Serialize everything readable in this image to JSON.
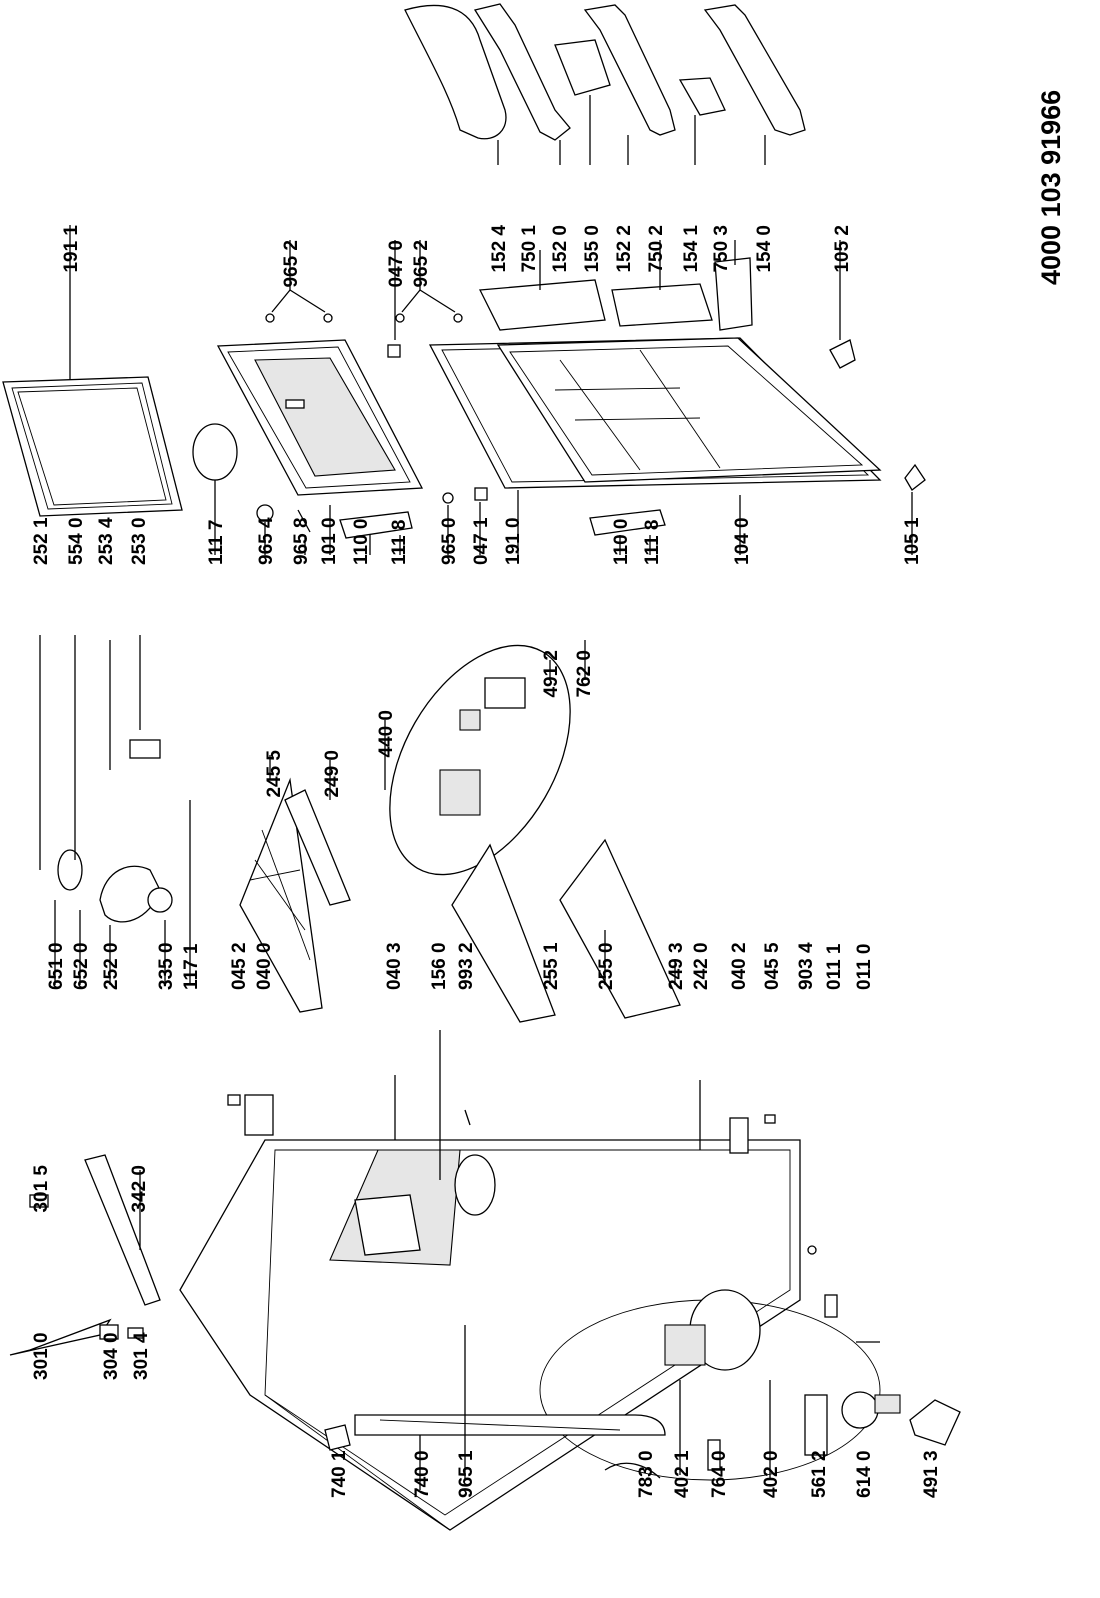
{
  "document_code": "4000 103 91966",
  "labels": [
    "191 1",
    "965 2",
    "047 0",
    "965 2",
    "152 4",
    "750 1",
    "152 0",
    "155 0",
    "152 2",
    "750 2",
    "154 1",
    "750 3",
    "154 0",
    "105 2",
    "252 1",
    "554 0",
    "253 4",
    "253 0",
    "111 7",
    "965 4",
    "965 8",
    "101 0",
    "110 0",
    "111 8",
    "965 0",
    "047 1",
    "191 0",
    "110 0",
    "111 8",
    "104 0",
    "105 1",
    "245 5",
    "249 0",
    "440 0",
    "491 2",
    "762 0",
    "651 0",
    "652 0",
    "252 0",
    "335 0",
    "117 1",
    "045 2",
    "040 0",
    "040 3",
    "156 0",
    "993 2",
    "255 1",
    "255 0",
    "249 3",
    "242 0",
    "040 2",
    "045 5",
    "903 4",
    "011 1",
    "011 0",
    "301 5",
    "342 0",
    "301 0",
    "304 0",
    "301 4",
    "740 1",
    "740 0",
    "965 1",
    "783 0",
    "402 1",
    "764 0",
    "402 0",
    "561 2",
    "614 0",
    "491 3"
  ]
}
